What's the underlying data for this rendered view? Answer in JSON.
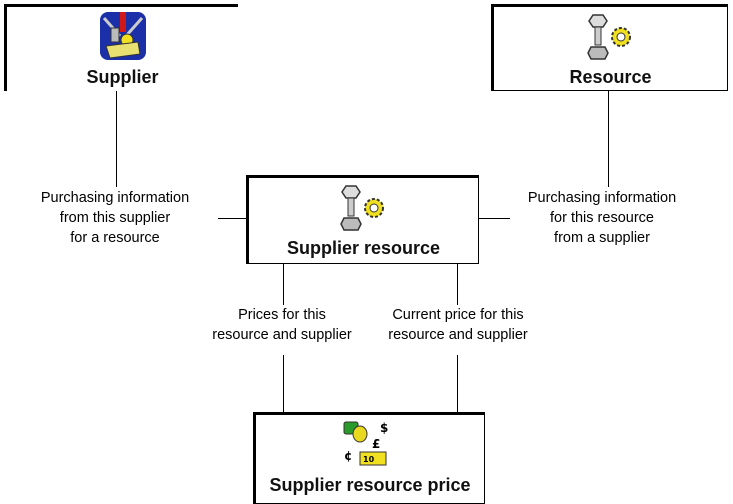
{
  "entities": {
    "supplier": {
      "title": "Supplier",
      "icon": "supplier-icon"
    },
    "resource": {
      "title": "Resource",
      "icon": "bolt-gear-icon"
    },
    "supplier_resource": {
      "title": "Supplier resource",
      "icon": "bolt-gear-icon"
    },
    "supplier_resource_price": {
      "title": "Supplier resource price",
      "icon": "money-icon"
    }
  },
  "relations": {
    "left": [
      "Purchasing information",
      "from this supplier",
      "for a resource"
    ],
    "right": [
      "Purchasing information",
      "for this resource",
      "from a supplier"
    ],
    "bottom_left": [
      "Prices for this",
      "resource and supplier"
    ],
    "bottom_right": [
      "Current price for this",
      "resource and supplier"
    ]
  }
}
